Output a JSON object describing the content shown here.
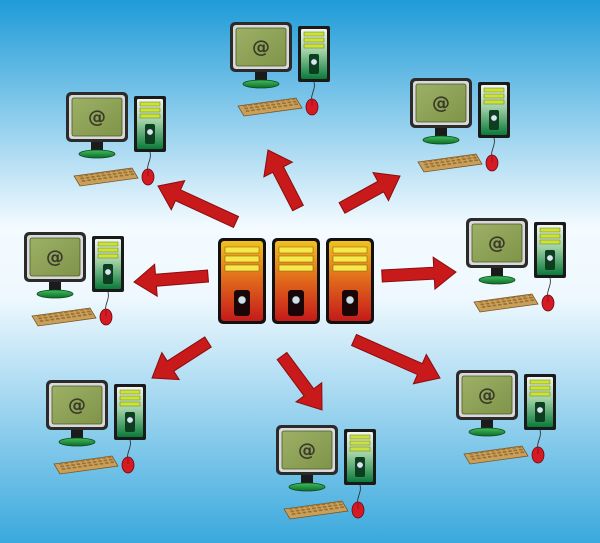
{
  "diagram": {
    "screen_glyph": "@",
    "colors": {
      "bg_top": "#1f9bd8",
      "bg_mid": "#f4fbff",
      "bg_bottom": "#3aa9dd",
      "arrow": "#c8191b",
      "arrow_dark": "#8a0d0f",
      "monitor_frame": "#2b2b2b",
      "monitor_screen": "#8fa35a",
      "monitor_base": "#1b1b1b",
      "monitor_foot": "#1e8a3a",
      "tower_top": "#e8f0e8",
      "tower_bottom": "#0a7a3a",
      "tower_stripe": "#c9e23c",
      "keyboard": "#c8a05a",
      "keyboard_key": "#9a7032",
      "mouse": "#d61a24",
      "server_top": "#f2c11e",
      "server_bottom": "#c41a1a",
      "server_stripe": "#f6e84a",
      "server_body": "#111111"
    },
    "server": {
      "units": 3,
      "icon": "server-rack-icon"
    },
    "workstations": [
      {
        "id": "top",
        "icon": "desktop-computer-icon"
      },
      {
        "id": "top-left",
        "icon": "desktop-computer-icon"
      },
      {
        "id": "top-right",
        "icon": "desktop-computer-icon"
      },
      {
        "id": "left",
        "icon": "desktop-computer-icon"
      },
      {
        "id": "right",
        "icon": "desktop-computer-icon"
      },
      {
        "id": "bottom-left",
        "icon": "desktop-computer-icon"
      },
      {
        "id": "bottom",
        "icon": "desktop-computer-icon"
      },
      {
        "id": "bottom-right",
        "icon": "desktop-computer-icon"
      }
    ]
  }
}
